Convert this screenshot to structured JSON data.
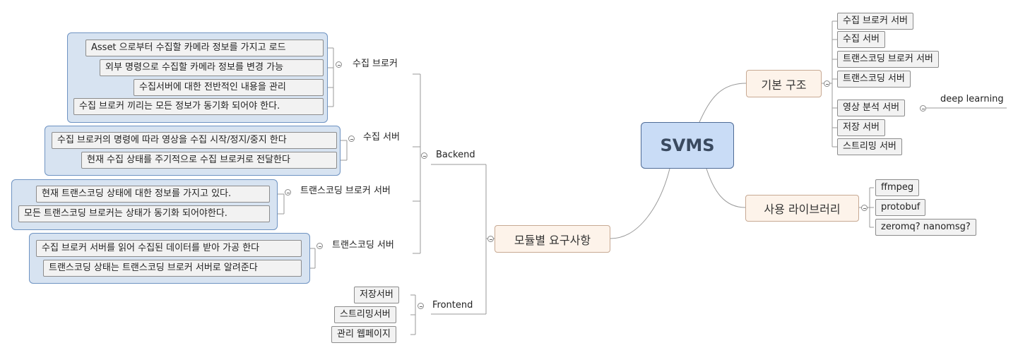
{
  "center": {
    "label": "SVMS"
  },
  "right": {
    "basic": {
      "label": "기본 구조",
      "items": [
        "수집 브로커 서버",
        "수집 서버",
        "트랜스코딩 브로커 서버",
        "트랜스코딩 서버",
        "영상 분석 서버",
        "저장 서버",
        "스트리밍 서버"
      ],
      "sub_label": "deep learning"
    },
    "libs": {
      "label": "사용 라이브러리",
      "items": [
        "ffmpeg",
        "protobuf",
        "zeromq? nanomsg?"
      ]
    }
  },
  "left": {
    "requirements": {
      "label": "모듈별 요구사항",
      "backend": {
        "label": "Backend",
        "collect_broker": {
          "label": "수집 브로커",
          "items": [
            "Asset 으로부터 수집할 카메라 정보를 가지고 로드",
            "외부 명령으로 수집할 카메라 정보를 변경 가능",
            "수집서버에 대한 전반적인 내용을 관리",
            "수집 브로커 끼리는 모든 정보가 동기화 되어야 한다."
          ]
        },
        "collect_server": {
          "label": "수집 서버",
          "items": [
            "수집 브로커의 명령에 따라 영상을 수집 시작/정지/중지 한다",
            "현재 수집 상태를 주기적으로 수집 브로커로 전달한다"
          ]
        },
        "transcode_broker": {
          "label": "트랜스코딩 브로커 서버",
          "items": [
            "현재 트랜스코딩 상태에 대한 정보를 가지고 있다.",
            "모든 트랜스코딩 브로커는 상태가 동기화 되어야한다."
          ]
        },
        "transcode_server": {
          "label": "트랜스코딩 서버",
          "items": [
            "수집 브로커 서버를 읽어 수집된 데이터를 받아 가공 한다",
            "트랜스코딩 상태는 트랜스코딩 브로커 서버로 알려준다"
          ]
        }
      },
      "frontend": {
        "label": "Frontend",
        "items": [
          "저장서버",
          "스트리밍서버",
          "관리 웹페이지"
        ]
      }
    }
  }
}
